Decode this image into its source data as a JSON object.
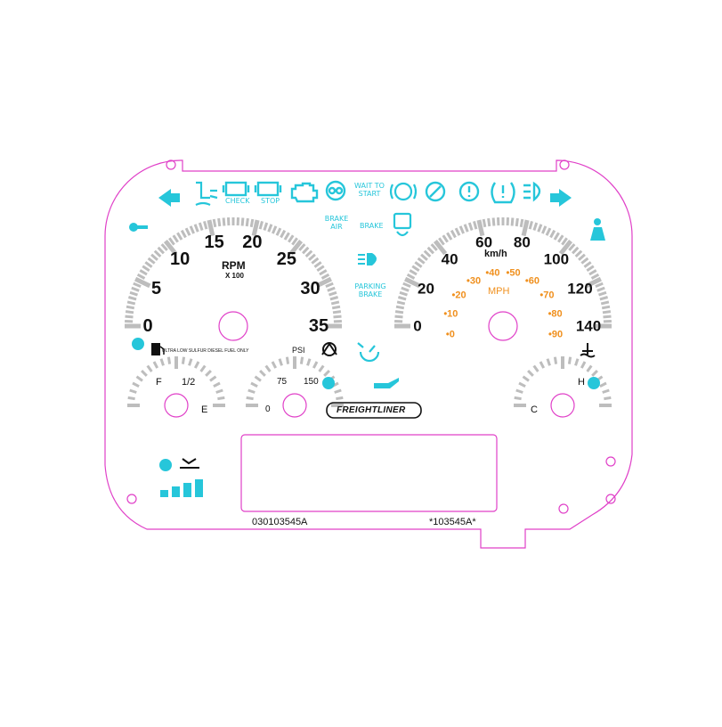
{
  "colors": {
    "outline": "#e040c8",
    "tick": "#bdbdbd",
    "indicator": "#26c6da",
    "mph": "#f0901e",
    "text": "#111111"
  },
  "tachometer": {
    "labels": [
      "0",
      "5",
      "10",
      "15",
      "20",
      "25",
      "30",
      "35"
    ],
    "title": "RPM",
    "multiplier": "X 100"
  },
  "speedometer": {
    "kmh_labels": [
      "0",
      "20",
      "40",
      "60",
      "80",
      "100",
      "120",
      "140"
    ],
    "kmh_unit": "km/h",
    "mph_labels": [
      "0",
      "10",
      "20",
      "30",
      "40",
      "50",
      "60",
      "70",
      "80",
      "90"
    ],
    "mph_unit": "MPH"
  },
  "fuel_gauge": {
    "full": "F",
    "half": "1/2",
    "empty": "E",
    "notice": "ULTRA LOW SULFUR DIESEL FUEL ONLY"
  },
  "oil_pressure_gauge": {
    "unit": "PSI",
    "low": "0",
    "mid": "75",
    "high": "150"
  },
  "temperature_gauge": {
    "hot": "H",
    "cold": "C"
  },
  "indicators": {
    "check": "CHECK",
    "stop": "STOP",
    "wait_to_start": "WAIT TO START",
    "brake_air": "BRAKE AIR",
    "brake": "BRAKE",
    "parking_brake": "PARKING BRAKE"
  },
  "brand": "FREIGHTLINER",
  "part_number": "030103545A",
  "barcode_text": "*103545A*"
}
